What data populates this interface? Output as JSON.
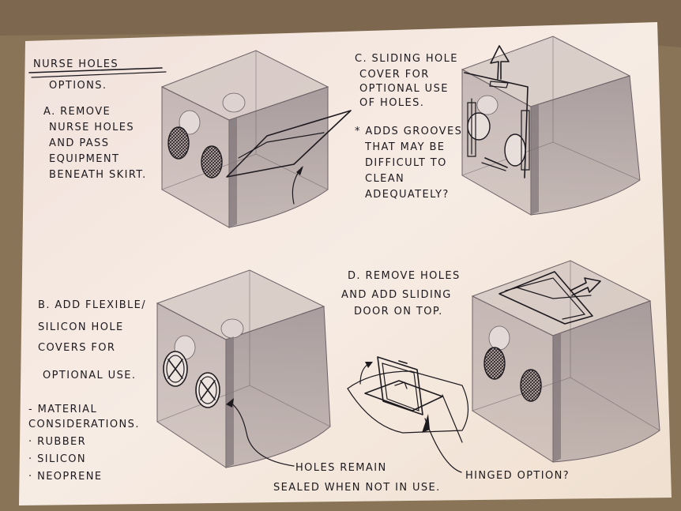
{
  "notes": {
    "title": "NURSE HOLES",
    "options": "OPTIONS.",
    "a": [
      "A. REMOVE",
      "NURSE HOLES",
      "AND PASS",
      "EQUIPMENT",
      "BENEATH SKIRT."
    ],
    "c": [
      "C. SLIDING HOLE",
      "COVER FOR",
      "OPTIONAL USE",
      "OF HOLES."
    ],
    "c_note": [
      "* ADDS GROOVES",
      "THAT MAY BE",
      "DIFFICULT TO",
      "CLEAN",
      "ADEQUATELY?"
    ],
    "b": [
      "B. ADD FLEXIBLE/",
      "SILICON HOLE",
      "COVERS FOR",
      "OPTIONAL USE."
    ],
    "materials": [
      "- MATERIAL",
      "CONSIDERATIONS.",
      "· RUBBER",
      "· SILICON",
      "· NEOPRENE"
    ],
    "d": [
      "D. REMOVE HOLES",
      "AND ADD SLIDING",
      "DOOR ON TOP."
    ],
    "holes_remain": [
      "HOLES REMAIN",
      "SEALED WHEN NOT IN USE."
    ],
    "hinged": "HINGED OPTION?"
  },
  "colors": {
    "paper": "#f7ece4",
    "ink": "#1d1a1f",
    "box_face": "#b7a9a6",
    "box_edge": "#6d6166",
    "background": "#8a7458"
  }
}
